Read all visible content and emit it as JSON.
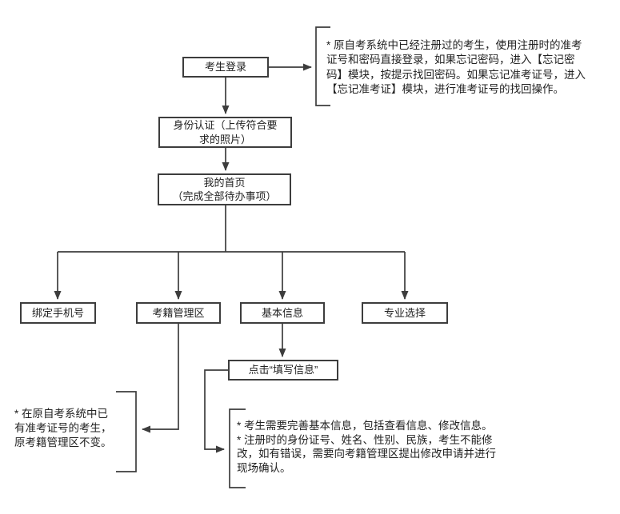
{
  "diagram": {
    "type": "flowchart",
    "colors": {
      "line": "#3d3d3d",
      "text": "#222222",
      "box_bg": "#ffffff"
    },
    "nodes": {
      "login": {
        "label": "考生登录"
      },
      "identity": {
        "lines": [
          "身份认证（上传符合要",
          "求的照片）"
        ]
      },
      "home": {
        "lines": [
          "我的首页",
          "（完成全部待办事项）"
        ]
      },
      "bind_phone": {
        "label": "绑定手机号"
      },
      "registration_area": {
        "label": "考籍管理区"
      },
      "basic_info": {
        "label": "基本信息"
      },
      "major_select": {
        "label": "专业选择"
      },
      "fill_info": {
        "label": "点击“填写信息”"
      }
    },
    "annotations": {
      "login_note": {
        "lines": [
          "* 原自考系统中已经注册过的考生，使用注册时的准考",
          "证号和密码直接登录，如果忘记密码，进入【忘记密",
          "码】模块，按提示找回密码。如果忘记准考证号，进入",
          "【忘记准考证】模块，进行准考证号的找回操作。"
        ]
      },
      "registration_note": {
        "lines": [
          "* 在原自考系统中已",
          "有准考证号的考生，",
          "原考籍管理区不变。"
        ]
      },
      "basic_info_note": {
        "lines": [
          "* 考生需要完善基本信息，包括查看信息、修改信息。",
          "* 注册时的身份证号、姓名、性别、民族，考生不能修",
          "改，如有错误，需要向考籍管理区提出修改申请并进行",
          "现场确认。"
        ]
      }
    }
  }
}
